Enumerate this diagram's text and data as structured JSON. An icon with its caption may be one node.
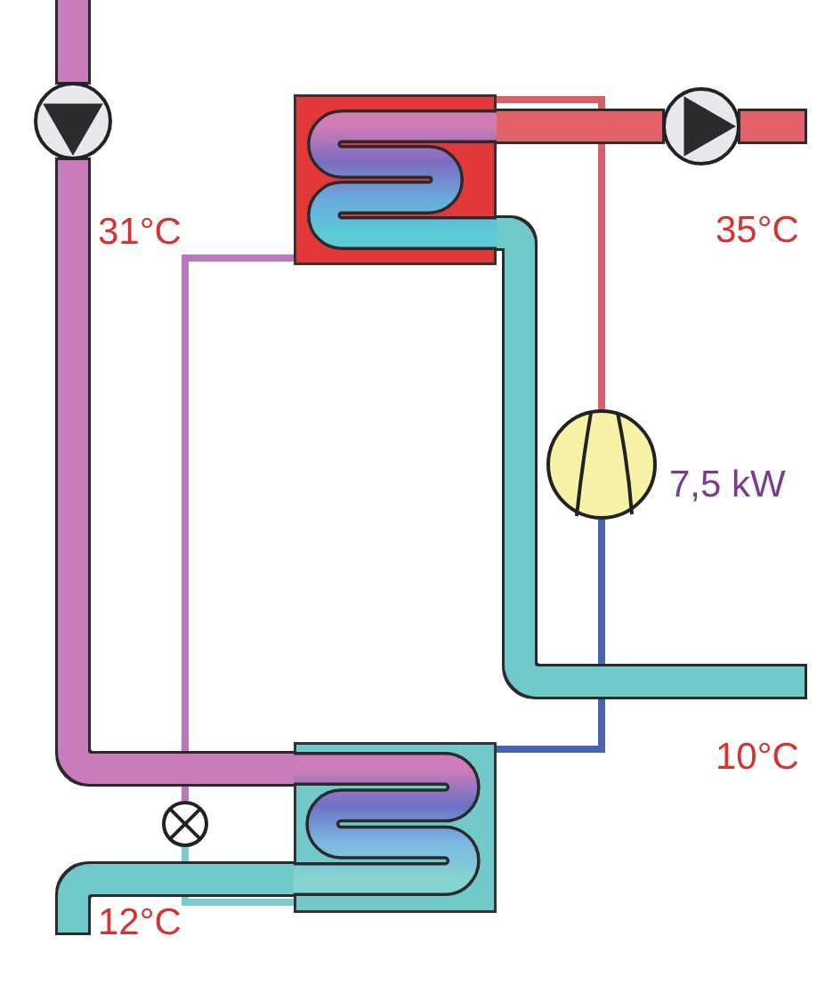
{
  "diagram": {
    "nodes": [
      {
        "text": [],
        "shape": "circle"
      },
      {
        "text": [],
        "shape": "box"
      },
      {
        "text": [],
        "shape": "circle"
      },
      {
        "text": [],
        "shape": "circle",
        "beside": [
          "7,5 kW"
        ]
      },
      {
        "text": [],
        "shape": "circle"
      },
      {
        "text": [],
        "shape": "box"
      }
    ],
    "edges": [
      {
        "from": null,
        "to": 0,
        "arrow": "none",
        "color": "#c97cbb"
      },
      {
        "from": 0,
        "to": 5,
        "arrow": "none",
        "color": "#c97cbb"
      },
      {
        "from": 5,
        "to": null,
        "arrow": "none",
        "color": "#6fcaca"
      },
      {
        "from": 1,
        "to": 2,
        "arrow": "none",
        "color": "#e3626a"
      },
      {
        "from": 2,
        "to": null,
        "arrow": "none",
        "color": "#e3626a"
      },
      {
        "from": null,
        "to": 1,
        "arrow": "none",
        "color": "#6fcaca"
      },
      {
        "from": 1,
        "to": 4,
        "arrow": "none",
        "color": "#b87ab9"
      },
      {
        "from": 4,
        "to": 5,
        "arrow": "none",
        "color": "#7ccace"
      },
      {
        "from": 5,
        "to": 3,
        "arrow": "none",
        "color": "#4a64b0"
      },
      {
        "from": 3,
        "to": 1,
        "arrow": "none",
        "color": "#d9606a"
      }
    ],
    "labels": [
      "31°C",
      "35°C",
      "10°C",
      "12°C"
    ]
  }
}
